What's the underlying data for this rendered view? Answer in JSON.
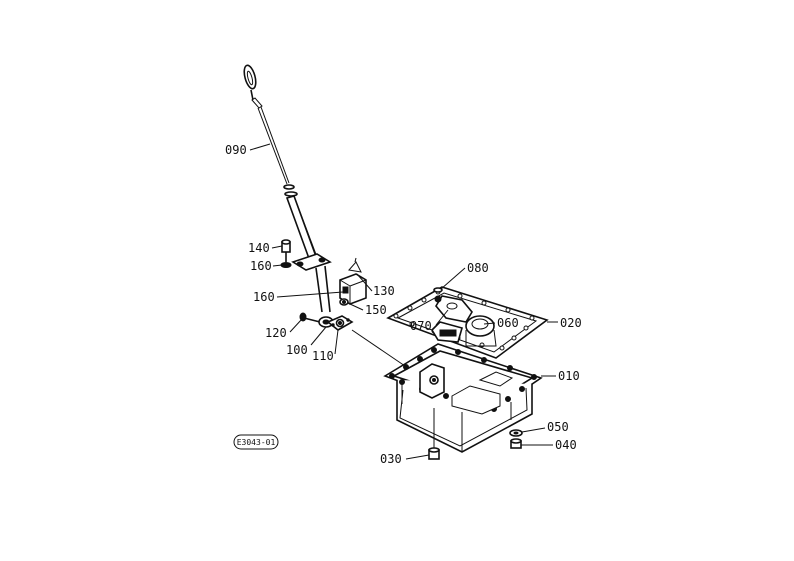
{
  "drawing_code": "E3043-01",
  "callouts": {
    "c090": "090",
    "c140": "140",
    "c160a": "160",
    "c160b": "160",
    "c130": "130",
    "c150": "150",
    "c120": "120",
    "c100": "100",
    "c110": "110",
    "c080": "080",
    "c070": "070",
    "c060": "060",
    "c020": "020",
    "c010": "010",
    "c050": "050",
    "c040": "040",
    "c030": "030"
  }
}
